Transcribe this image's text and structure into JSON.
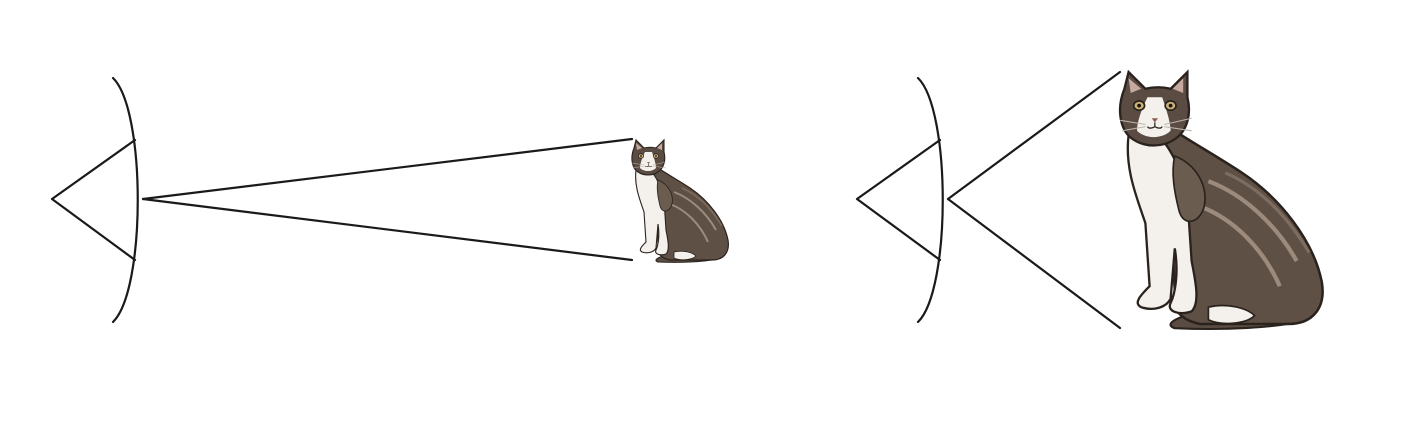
{
  "colors": {
    "background": "#ffffff",
    "line": "#1a1a1a",
    "cat_dark": "#5a4c42",
    "cat_mid": "#8a7a6c",
    "cat_light": "#f4f1ec",
    "cat_outline": "#2a221d",
    "cat_eye": "#c9b27a"
  },
  "panels": [
    {
      "name": "far-cat-view",
      "object": "cat",
      "relative_distance": "far",
      "apparent_size": "small"
    },
    {
      "name": "near-cat-view",
      "object": "cat",
      "relative_distance": "near",
      "apparent_size": "large"
    }
  ]
}
